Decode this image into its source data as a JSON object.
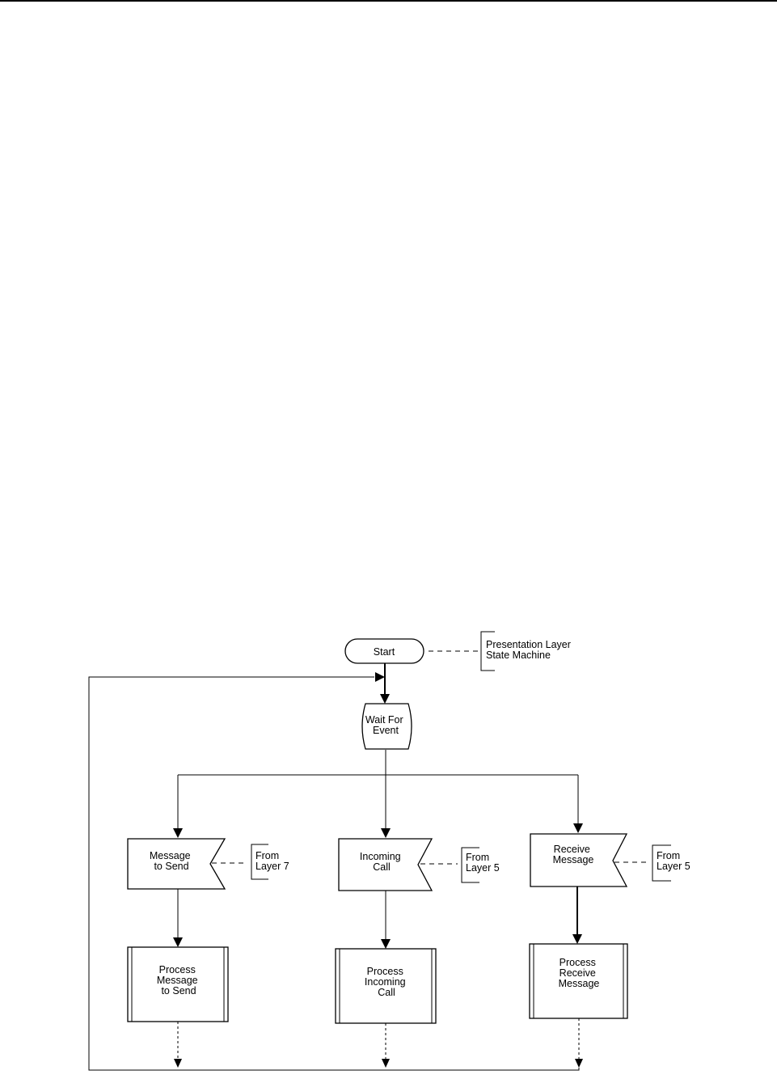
{
  "diagram": {
    "start": "Start",
    "start_note": [
      "Presentation Layer",
      "State Machine"
    ],
    "wait": [
      "Wait For",
      "Event"
    ],
    "events": [
      {
        "label": [
          "Message",
          "to Send"
        ],
        "source": [
          "From",
          "Layer 7"
        ],
        "process": [
          "Process",
          "Message",
          "to Send"
        ]
      },
      {
        "label": [
          "Incoming",
          "Call"
        ],
        "source": [
          "From",
          "Layer 5"
        ],
        "process": [
          "Process",
          "Incoming",
          "Call"
        ]
      },
      {
        "label": [
          "Receive",
          "Message"
        ],
        "source": [
          "From",
          "Layer 5"
        ],
        "process": [
          "Process",
          "Receive",
          "Message"
        ]
      }
    ]
  }
}
